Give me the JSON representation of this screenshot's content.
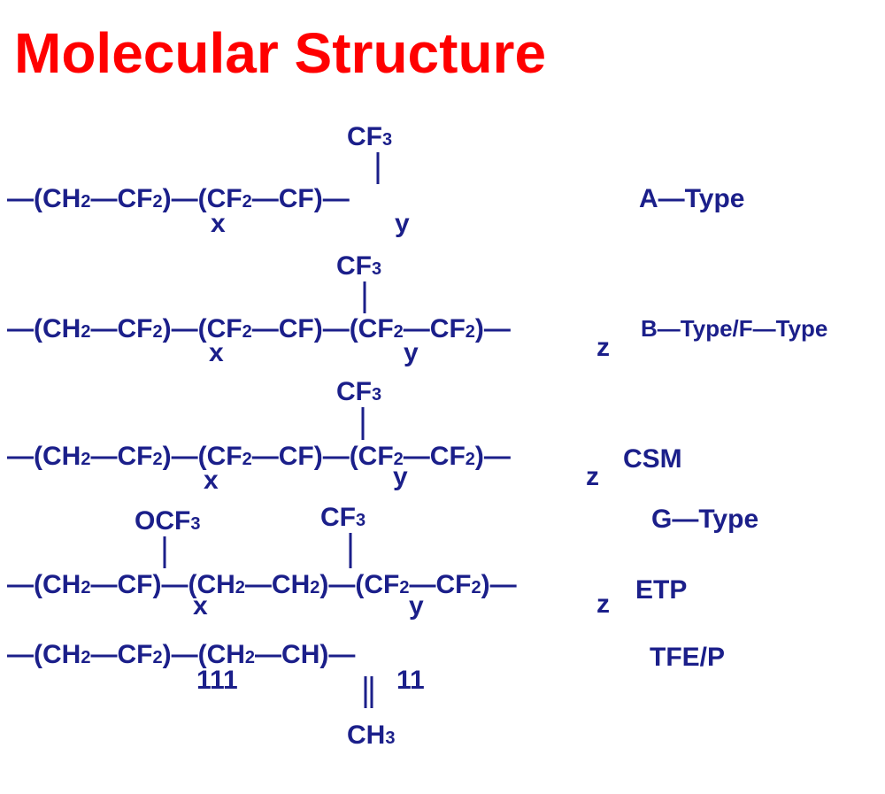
{
  "title": "Molecular Structure",
  "colors": {
    "title": "#ff0000",
    "ink": "#1b1f8a"
  },
  "formulas": {
    "a_type": {
      "dash0": "—",
      "seg1": "(CH",
      "sub1": "2",
      "dash1": "—",
      "seg2": "CF",
      "sub2": "2",
      "close1": ")",
      "dash2": "—",
      "seg3": "(CF",
      "sub3": "2",
      "dash3": "—",
      "seg4": "CF",
      "close2": ")",
      "dash4": "—",
      "idx1": "x",
      "idx2": "y",
      "sidegroup": "CF",
      "sidegroup_sub": "3",
      "label": "A—Type"
    },
    "b_type": {
      "dash0": "—",
      "seg1": "(CH",
      "sub1": "2",
      "dash1": "—",
      "seg2": "CF",
      "sub2": "2",
      "close1": ")",
      "dash2": "—",
      "seg3": "(CF",
      "sub3": "2",
      "dash3": "—",
      "seg4": "CF",
      "close2": ")",
      "dash4": "—",
      "seg5": "(CF",
      "sub5": "2",
      "dash5": "—",
      "seg6": "CF",
      "sub6": "2",
      "close3": ")",
      "dash6": "—",
      "idx1": "x",
      "idx2": "y",
      "idx3": "z",
      "sidegroup": "CF",
      "sidegroup_sub": "3",
      "label": "B—Type/F—Type"
    },
    "csm": {
      "dash0": "—",
      "seg1": "(CH",
      "sub1": "2",
      "dash1": "—",
      "seg2": "CF",
      "sub2": "2",
      "close1": ")",
      "dash2": "—",
      "seg3": "(CF",
      "sub3": "2",
      "dash3": "—",
      "seg4": "CF",
      "close2": ")",
      "dash4": "—",
      "seg5": "(CF",
      "sub5": "2",
      "dash5": "—",
      "seg6": "CF",
      "sub6": "2",
      "close3": ")",
      "dash6": "—",
      "idx1": "x",
      "idx2": "y",
      "idx3": "z",
      "sidegroup": "CF",
      "sidegroup_sub": "3",
      "label": "CSM"
    },
    "g_type": {
      "label": "G—Type"
    },
    "etp": {
      "dash0": "—",
      "seg1": "(CH",
      "sub1": "2",
      "dash1": "—",
      "seg2": "CF",
      "close1": ")",
      "dash2": "—",
      "seg3": "(CH",
      "sub3": "2",
      "dash3": "—",
      "seg4": "CH",
      "sub4": "2",
      "close2": ")",
      "dash4": "—",
      "seg5": "(CF",
      "sub5": "2",
      "dash5": "—",
      "seg6": "CF",
      "sub6": "2",
      "close3": ")",
      "dash6": "—",
      "idx1": "x",
      "idx2": "y",
      "idx3": "z",
      "sidegroup1": "OCF",
      "sidegroup1_sub": "3",
      "sidegroup2": "CF",
      "sidegroup2_sub": "3",
      "label": "ETP"
    },
    "tfe_p": {
      "dash0": "—",
      "seg1": "(CH",
      "sub1": "2",
      "dash1": "—",
      "seg2": "CF",
      "sub2": "2",
      "close1": ")",
      "dash2": "—",
      "seg3": "(CH",
      "sub3": "2",
      "dash3": "—",
      "seg4": "CH",
      "close2": ")",
      "dash4": "—",
      "idx1": "111",
      "idx2": "11",
      "sidegroup": "CH",
      "sidegroup_sub": "3",
      "label": "TFE/P"
    }
  }
}
